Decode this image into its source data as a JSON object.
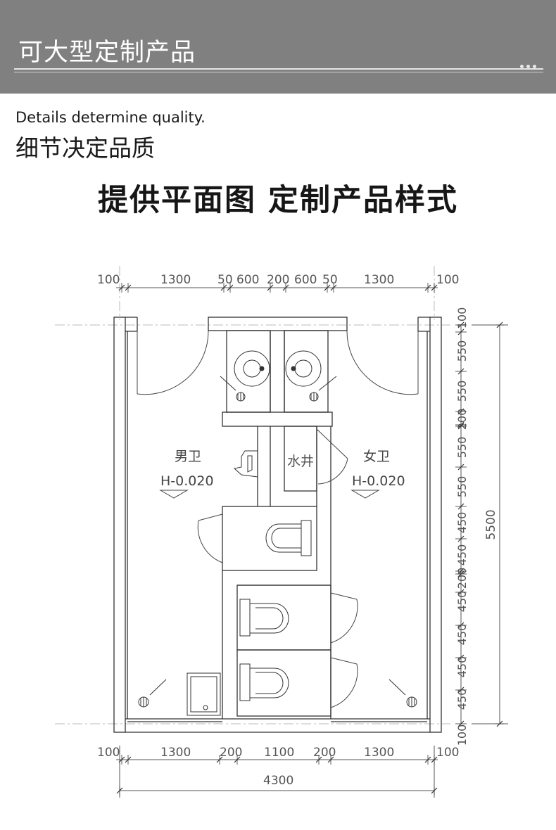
{
  "banner": {
    "title": "可大型定制产品"
  },
  "tagline": {
    "en": "Details determine quality.",
    "cn": "细节决定品质"
  },
  "headline": "提供平面图  定制产品样式",
  "plan": {
    "top_dims": [
      "100",
      "1300",
      "50",
      "600",
      "200",
      "600",
      "50",
      "1300",
      "100"
    ],
    "bottom_dims": [
      "100",
      "1300",
      "200",
      "1100",
      "200",
      "1300",
      "100"
    ],
    "total_width": "4300",
    "right_dims": [
      "100",
      "550",
      "550",
      "200",
      "550",
      "550",
      "450",
      "450",
      "200",
      "450",
      "450",
      "450",
      "450",
      "100"
    ],
    "total_height": "5500",
    "men_label": "男卫",
    "women_label": "女卫",
    "men_level": "H-0.020",
    "women_level": "H-0.020",
    "shaft_label": "水井"
  }
}
